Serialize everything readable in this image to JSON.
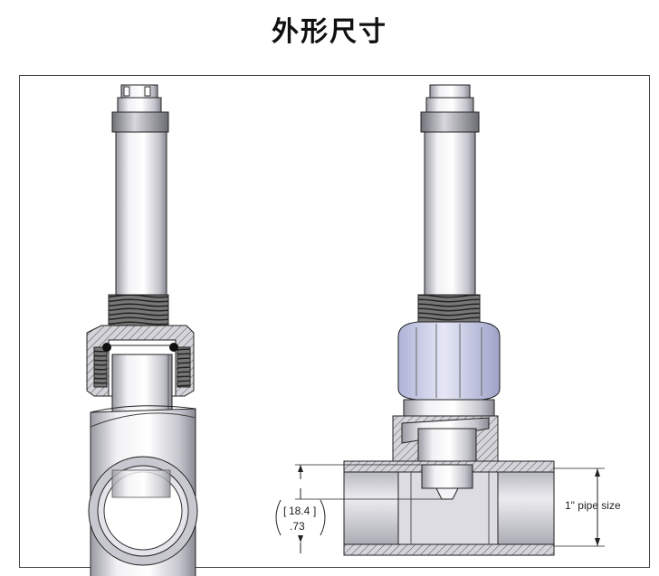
{
  "title": "外形尺寸",
  "dimensions": {
    "metric_value": "18.4",
    "imperial_value": ".73",
    "pipe_size_label": "1\" pipe size"
  },
  "colors": {
    "body_light": "#e8e8ec",
    "body_mid": "#c8c8d0",
    "body_dark": "#8a8a94",
    "nut_blue": "#c9cce6",
    "outline": "#222222"
  }
}
